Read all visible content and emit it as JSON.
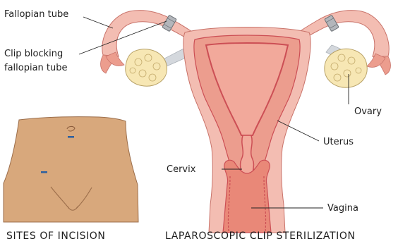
{
  "labels": {
    "fallopian_tube": "Fallopian tube",
    "clip_line1": "Clip blocking",
    "clip_line2": "fallopian tube",
    "ovary": "Ovary",
    "uterus": "Uterus",
    "cervix": "Cervix",
    "vagina": "Vagina"
  },
  "captions": {
    "left": "SITES OF INCISION",
    "right": "LAPAROSCOPIC CLIP STERILIZATION"
  },
  "colors": {
    "skin": "#d8a87c",
    "skin_outline": "#9c6e4b",
    "incision": "#2c5f9f",
    "tissue_outer": "#f3bdb2",
    "tissue_mid": "#ec9d8e",
    "tissue_dark": "#cc4f55",
    "lining": "#f2a99b",
    "ovary": "#f7e7b4",
    "ligament": "#d4d8dd",
    "clip": "#b3b6bb"
  }
}
